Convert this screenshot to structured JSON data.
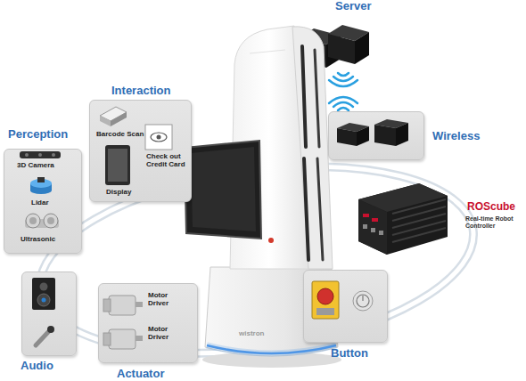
{
  "diagram": {
    "nodes": [
      {
        "text": [
          "Interaction",
          "Barcode Scan",
          "Check out Credit Card",
          "Display"
        ]
      },
      {
        "text": [
          "Perception",
          "3D Camera",
          "Lidar",
          "Ultrasonic"
        ]
      },
      {
        "text": [
          "Wireless"
        ]
      },
      {
        "text": [
          "Audio"
        ]
      },
      {
        "text": [
          "Actuator",
          "Motor Driver",
          "Motor Driver"
        ]
      },
      {
        "text": [
          "Button"
        ]
      }
    ],
    "labels": [
      "Server",
      "ROScube",
      "Real-time Robot Controller",
      "wistron"
    ]
  }
}
